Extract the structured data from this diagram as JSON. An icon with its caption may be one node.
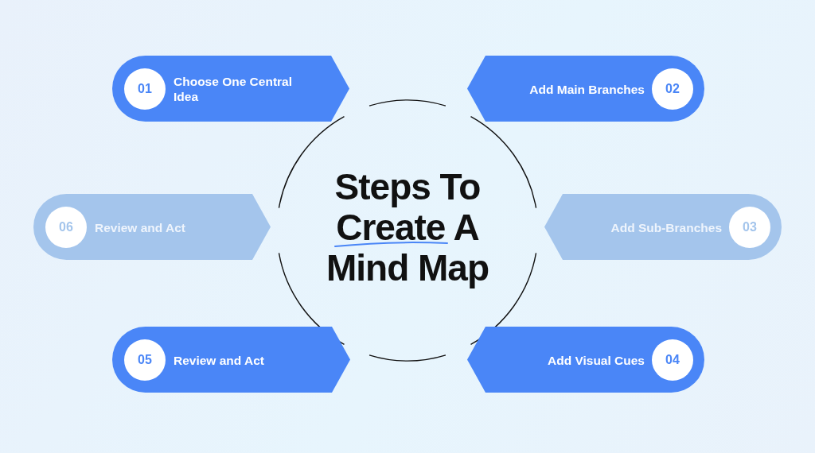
{
  "diagram": {
    "nodes": [
      {
        "text": [
          "Choose One Central Idea"
        ]
      },
      {
        "text": [
          "01"
        ],
        "in": 0
      },
      {
        "text": [
          "Add Main Branches"
        ]
      },
      {
        "text": [
          "02"
        ],
        "in": 2
      },
      {
        "text": [
          "Steps To Create A Mind Map"
        ]
      },
      {
        "text": [
          "Review and Act"
        ]
      },
      {
        "text": [
          "06"
        ],
        "in": 5
      },
      {
        "text": [
          "Add Sub-Branches"
        ]
      },
      {
        "text": [
          "03"
        ],
        "in": 7
      },
      {
        "text": [
          "Review and Act"
        ]
      },
      {
        "text": [
          "05"
        ],
        "in": 9
      },
      {
        "text": [
          "Add Visual Cues"
        ]
      },
      {
        "text": [
          "04"
        ],
        "in": 11
      }
    ]
  }
}
